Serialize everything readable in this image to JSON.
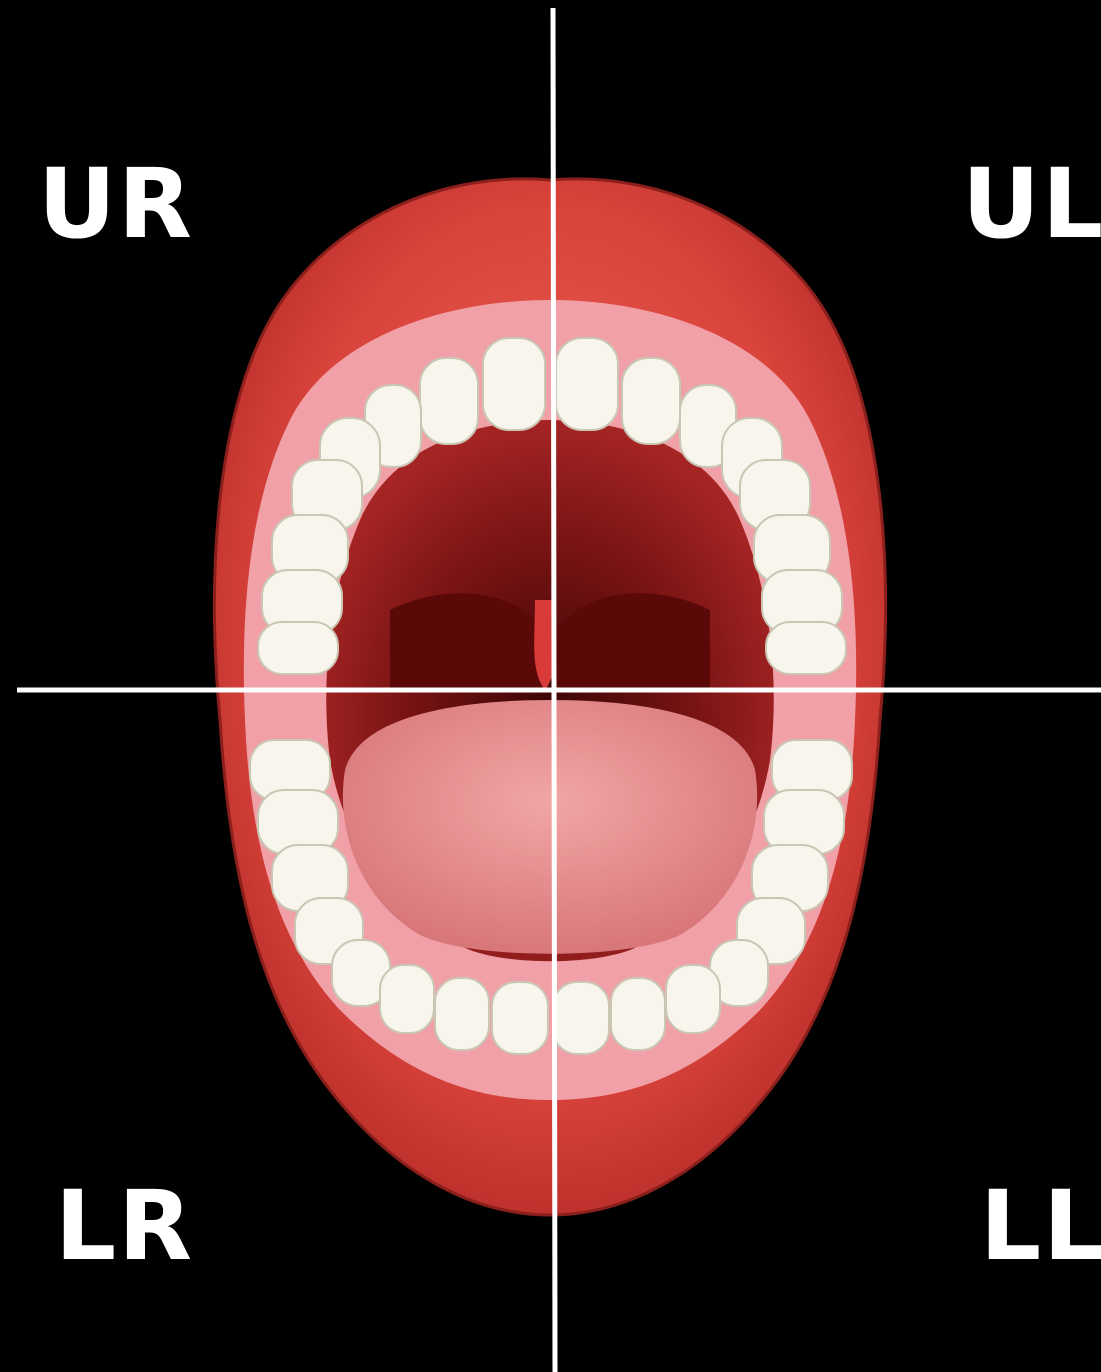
{
  "labels": {
    "upper_right": "UR",
    "upper_left": "UL",
    "lower_right": "LR",
    "lower_left": "LL"
  },
  "colors": {
    "background": "#000000",
    "divider": "#ffffff",
    "label": "#ffffff",
    "lip": "#d9443c",
    "gum": "#f2a0a8",
    "tooth": "#f7f5ec",
    "mouth_interior": "#8a1a1a",
    "tongue": "#e58a8c"
  },
  "icons": {
    "illustration": "open-mouth-teeth-illustration"
  }
}
